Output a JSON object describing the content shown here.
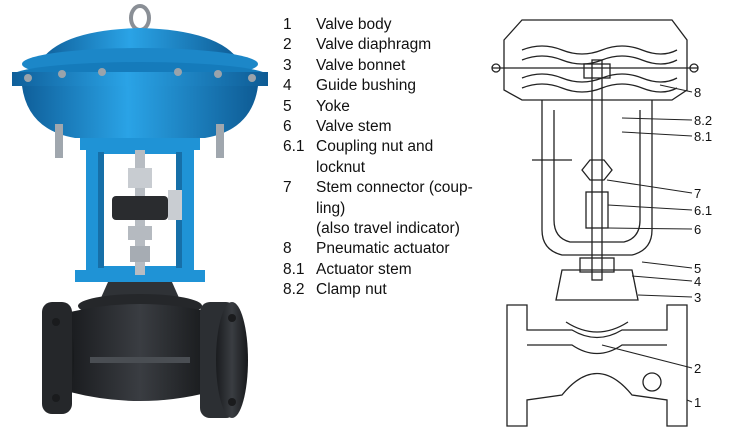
{
  "legend": [
    {
      "num": "1",
      "text": "Valve body"
    },
    {
      "num": "2",
      "text": "Valve diaphragm"
    },
    {
      "num": "3",
      "text": "Valve bonnet"
    },
    {
      "num": "4",
      "text": "Guide bushing"
    },
    {
      "num": "5",
      "text": "Yoke"
    },
    {
      "num": "6",
      "text": "Valve stem"
    },
    {
      "num": "6.1",
      "text": "Coupling nut and\nlocknut"
    },
    {
      "num": "7",
      "text": "Stem connector (coup-\nling)\n(also travel indicator)"
    },
    {
      "num": "8",
      "text": "Pneumatic actuator"
    },
    {
      "num": "8.1",
      "text": "Actuator stem"
    },
    {
      "num": "8.2",
      "text": "Clamp nut"
    }
  ],
  "callouts": [
    "8",
    "8.2",
    "8.1",
    "7",
    "6.1",
    "6",
    "5",
    "4",
    "3",
    "2",
    "1"
  ],
  "colors": {
    "actuator_blue": "#1b8fd2",
    "body_black": "#2b2d30",
    "line": "#222222"
  }
}
